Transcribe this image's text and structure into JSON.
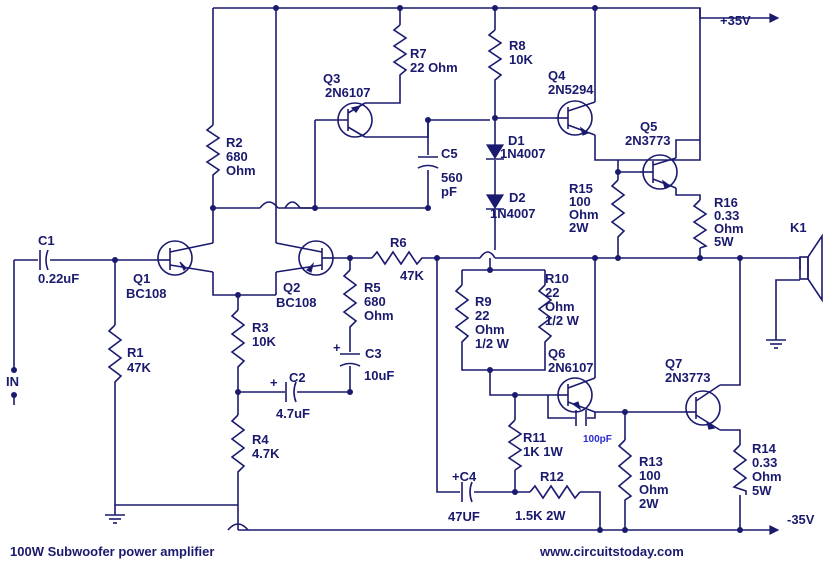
{
  "title": "100W Subwoofer power amplifier",
  "website": "www.circuitstoday.com",
  "rails": {
    "positive": "+35V",
    "negative": "-35V"
  },
  "input_label": "IN",
  "components": {
    "C1": {
      "ref": "C1",
      "value": "0.22uF"
    },
    "R1": {
      "ref": "R1",
      "value": "47K"
    },
    "Q1": {
      "ref": "Q1",
      "value": "BC108"
    },
    "R2": {
      "ref": "R2",
      "value1": "680",
      "value2": "Ohm"
    },
    "Q2": {
      "ref": "Q2",
      "value": "BC108"
    },
    "R3": {
      "ref": "R3",
      "value": "10K"
    },
    "R4": {
      "ref": "R4",
      "value": "4.7K"
    },
    "C2": {
      "ref": "C2",
      "value": "4.7uF"
    },
    "R5": {
      "ref": "R5",
      "value1": "680",
      "value2": "Ohm"
    },
    "C3": {
      "ref": "C3",
      "value": "10uF"
    },
    "R6": {
      "ref": "R6",
      "value": "47K"
    },
    "Q3": {
      "ref": "Q3",
      "value": "2N6107"
    },
    "R7": {
      "ref": "R7",
      "value": "22 Ohm"
    },
    "C5": {
      "ref": "C5",
      "value1": "560",
      "value2": "pF"
    },
    "R8": {
      "ref": "R8",
      "value": "10K"
    },
    "D1": {
      "ref": "D1",
      "value": "1N4007"
    },
    "D2": {
      "ref": "D2",
      "value": "1N4007"
    },
    "Q4": {
      "ref": "Q4",
      "value": "2N5294"
    },
    "Q5": {
      "ref": "Q5",
      "value": "2N3773"
    },
    "R15": {
      "ref": "R15",
      "value1": "100",
      "value2": "Ohm",
      "value3": "2W"
    },
    "R16": {
      "ref": "R16",
      "value1": "0.33",
      "value2": "Ohm",
      "value3": "5W"
    },
    "K1": {
      "ref": "K1"
    },
    "R9": {
      "ref": "R9",
      "value1": "22",
      "value2": "Ohm",
      "value3": "1/2 W"
    },
    "R10": {
      "ref": "R10",
      "value1": "22",
      "value2": "Ohm",
      "value3": "1/2 W"
    },
    "Q6": {
      "ref": "Q6",
      "value": "2N6107"
    },
    "Cq6": {
      "value": "100pF"
    },
    "Q7": {
      "ref": "Q7",
      "value": "2N3773"
    },
    "R11": {
      "ref": "R11",
      "value": "1K 1W"
    },
    "C4": {
      "ref": "+C4",
      "value": "47UF"
    },
    "R12": {
      "ref": "R12",
      "value": "1.5K 2W"
    },
    "R13": {
      "ref": "R13",
      "value1": "100",
      "value2": "Ohm",
      "value3": "2W"
    },
    "R14": {
      "ref": "R14",
      "value1": "0.33",
      "value2": "Ohm",
      "value3": "5W"
    }
  }
}
